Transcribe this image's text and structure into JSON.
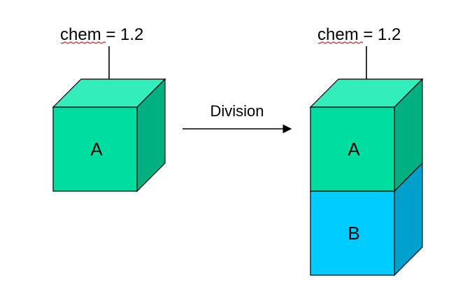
{
  "left_cell": {
    "chem_text": "chem = 1.2",
    "cube_label": "A"
  },
  "division": {
    "label": "Division"
  },
  "right_cell": {
    "chem_text": "chem = 1.2",
    "top_label": "A",
    "bottom_label": "B"
  },
  "colors": {
    "green_front": "#00DDA0",
    "green_top": "#33EEBB",
    "green_side": "#00B080",
    "blue_front": "#00CCFF",
    "blue_side": "#00A0CC",
    "stroke": "#000000",
    "spellcheck_underline": "#CC0000"
  }
}
